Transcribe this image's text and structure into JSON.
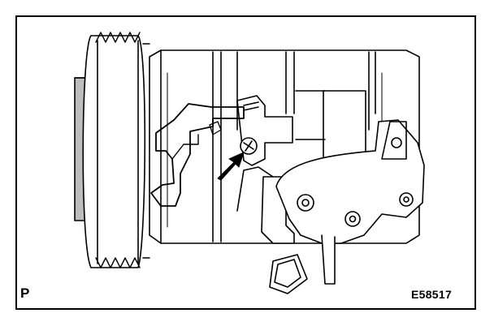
{
  "figure": {
    "corner_letter": "P",
    "figure_id": "E58517"
  },
  "colors": {
    "line": "#000000",
    "background": "#ffffff",
    "shade": "#b8b8b8"
  },
  "parts": [
    "compressor-pulley",
    "compressor-body",
    "bracket",
    "bolt",
    "connector",
    "harness-clamp",
    "direction-arrow"
  ]
}
